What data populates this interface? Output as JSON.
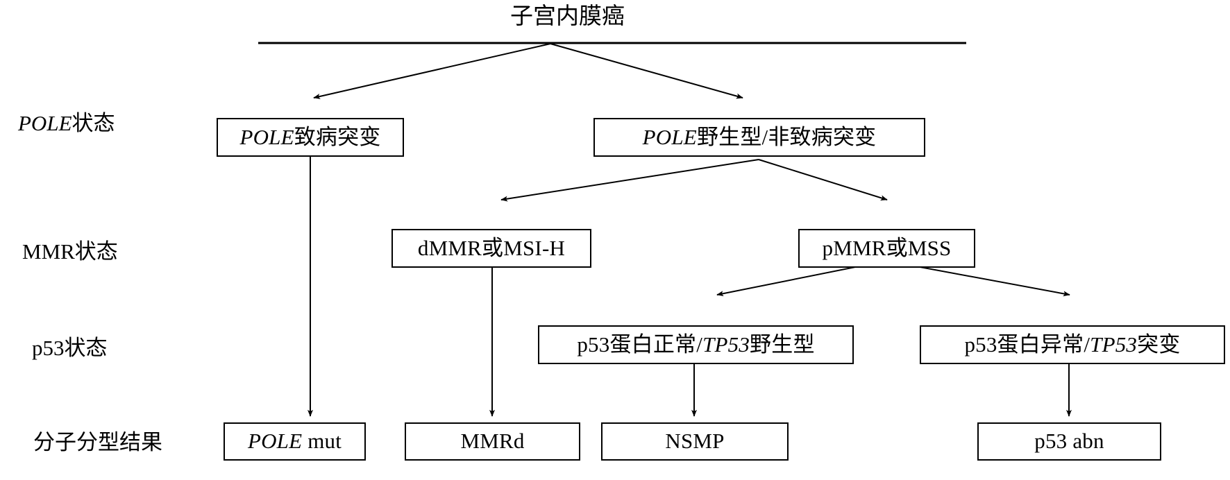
{
  "diagram": {
    "title": "子宫内膜癌",
    "title_en_hint": "Endometrial Cancer",
    "row_labels": [
      {
        "id": "pole-status",
        "italic_part": "POLE",
        "plain_part": "状态",
        "full": "POLE状态"
      },
      {
        "id": "mmr-status",
        "italic_part": "",
        "plain_part": "MMR状态",
        "full": "MMR状态"
      },
      {
        "id": "p53-status",
        "italic_part": "",
        "plain_part": "p53状态",
        "full": "p53状态"
      },
      {
        "id": "molecular-result",
        "italic_part": "",
        "plain_part": "分子分型结果",
        "full": "分子分型结果"
      }
    ],
    "nodes": [
      {
        "id": "pole-pathogenic",
        "italic_part": "POLE",
        "plain_part": "致病突变",
        "full": "POLE致病突变"
      },
      {
        "id": "pole-wildtype",
        "italic_part": "POLE",
        "plain_part": "野生型/非致病突变",
        "full": "POLE野生型/非致病突变"
      },
      {
        "id": "dmmr-msi-h",
        "italic_part": "",
        "plain_part": "dMMR或MSI-H",
        "full": "dMMR或MSI-H"
      },
      {
        "id": "pmmr-mss",
        "italic_part": "",
        "plain_part": "pMMR或MSS",
        "full": "pMMR或MSS"
      },
      {
        "id": "p53-normal",
        "prefix": "p53蛋白正常/",
        "italic_part": "TP53",
        "suffix": "野生型",
        "full": "p53蛋白正常/TP53野生型"
      },
      {
        "id": "p53-abnormal",
        "prefix": "p53蛋白异常/",
        "italic_part": "TP53",
        "suffix": "突变",
        "full": "p53蛋白异常/TP53突变"
      },
      {
        "id": "result-pole-mut",
        "italic_part": "POLE",
        "plain_part": " mut",
        "full": "POLE mut"
      },
      {
        "id": "result-mmrd",
        "italic_part": "",
        "plain_part": "MMRd",
        "full": "MMRd"
      },
      {
        "id": "result-nsmp",
        "italic_part": "",
        "plain_part": "NSMP",
        "full": "NSMP"
      },
      {
        "id": "result-p53-abn",
        "italic_part": "",
        "plain_part": "p53 abn",
        "full": "p53 abn"
      }
    ],
    "colors": {
      "stroke": "#000000",
      "fill": "#ffffff",
      "text": "#000000"
    }
  }
}
